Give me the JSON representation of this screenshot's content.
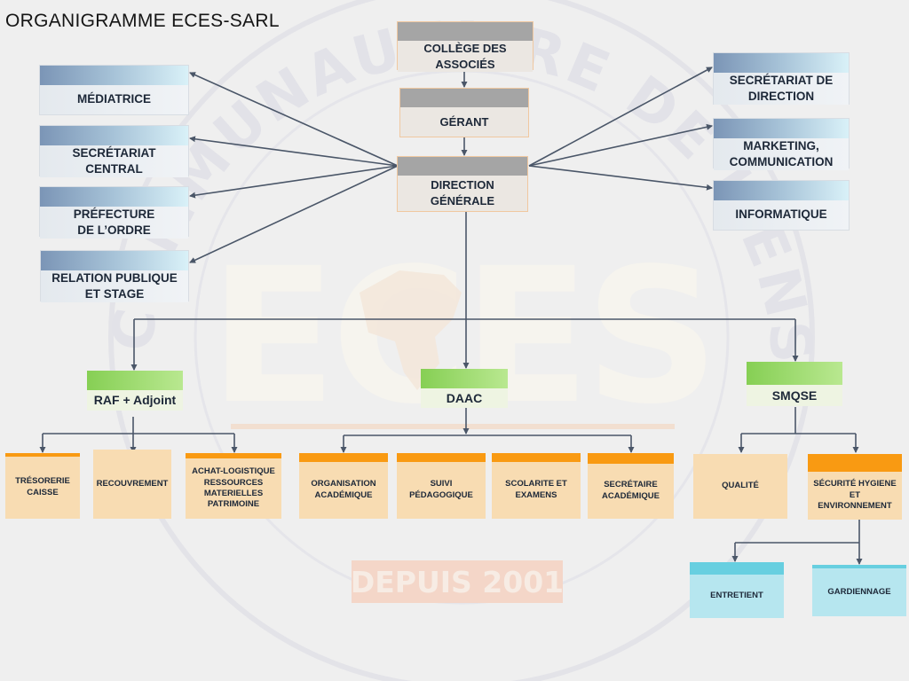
{
  "title": "ORGANIGRAMME ECES-SARL",
  "watermark": {
    "ring_text": "COMMUNAUTAIRE DE L'ENSEIGNEMENT SUPERIEUR",
    "logo_text": "ECES",
    "tagline": "DEPUIS 2001"
  },
  "colors": {
    "grey_header": "#a5a5a5",
    "blue_header": "#7b95b6",
    "green_header": "#86cf54",
    "orange_header": "#f99a12",
    "orange_body": "#f8dcb2",
    "cyan_header": "#67cfe0",
    "connector": "#4a5668"
  },
  "nodes": {
    "college": "COLLÈGE DES\nASSOCIÉS",
    "gerant": "GÉRANT",
    "direction": "DIRECTION\nGÉNÉRALE",
    "mediatrice": "MÉDIATRICE",
    "sec_central": "SECRÉTARIAT\nCENTRAL",
    "prefecture": "PRÉFECTURE\nDE L’ORDRE",
    "relation": "RELATION PUBLIQUE\nET STAGE",
    "sec_direction": "SECRÉTARIAT DE\nDIRECTION",
    "marketing": "MARKETING,\nCOMMUNICATION",
    "informatique": "INFORMATIQUE",
    "raf": "RAF + Adjoint",
    "daac": "DAAC",
    "smqse": "SMQSE",
    "tresorerie": "TRÉSORERIE\nCAISSE",
    "recouvrement": "RECOUVREMENT",
    "achat": "ACHAT-LOGISTIQUE\nRESSOURCES\nMATERIELLES\nPATRIMOINE",
    "organisation": "ORGANISATION\nACADÉMIQUE",
    "suivi": "SUIVI\nPÉDAGOGIQUE",
    "scolarite": "SCOLARITE ET\nEXAMENS",
    "secretaire": "SECRÉTAIRE\nACADÉMIQUE",
    "qualite": "QUALITÉ",
    "securite": "SÉCURITÉ HYGIENE\nET\nENVIRONNEMENT",
    "entretient": "ENTRETIENT",
    "gardiennage": "GARDIENNAGE"
  }
}
